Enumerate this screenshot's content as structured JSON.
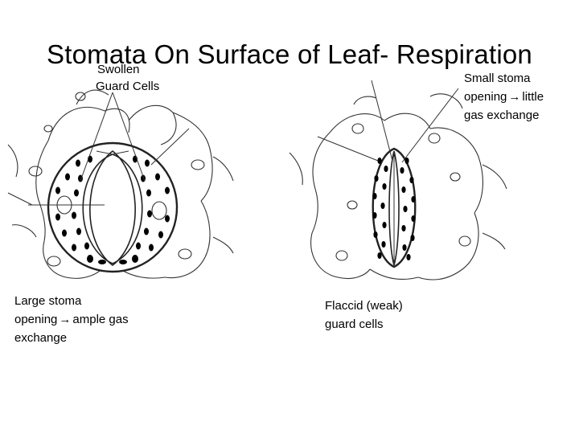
{
  "slide": {
    "title": "Stomata On Surface of Leaf- Respiration"
  },
  "labels": {
    "swollen_line1": "Swollen",
    "swollen_line2": "Guard Cells",
    "small_line1": "Small stoma",
    "small_line2_a": "opening",
    "small_line2_b": "little",
    "small_line3": "gas exchange",
    "large_line1": "Large stoma",
    "large_line2_a": "opening",
    "large_line2_b": "ample gas",
    "large_line3": "exchange",
    "flaccid_line1": "Flaccid (weak)",
    "flaccid_line2": "guard cells",
    "arrow_glyph": "→"
  }
}
